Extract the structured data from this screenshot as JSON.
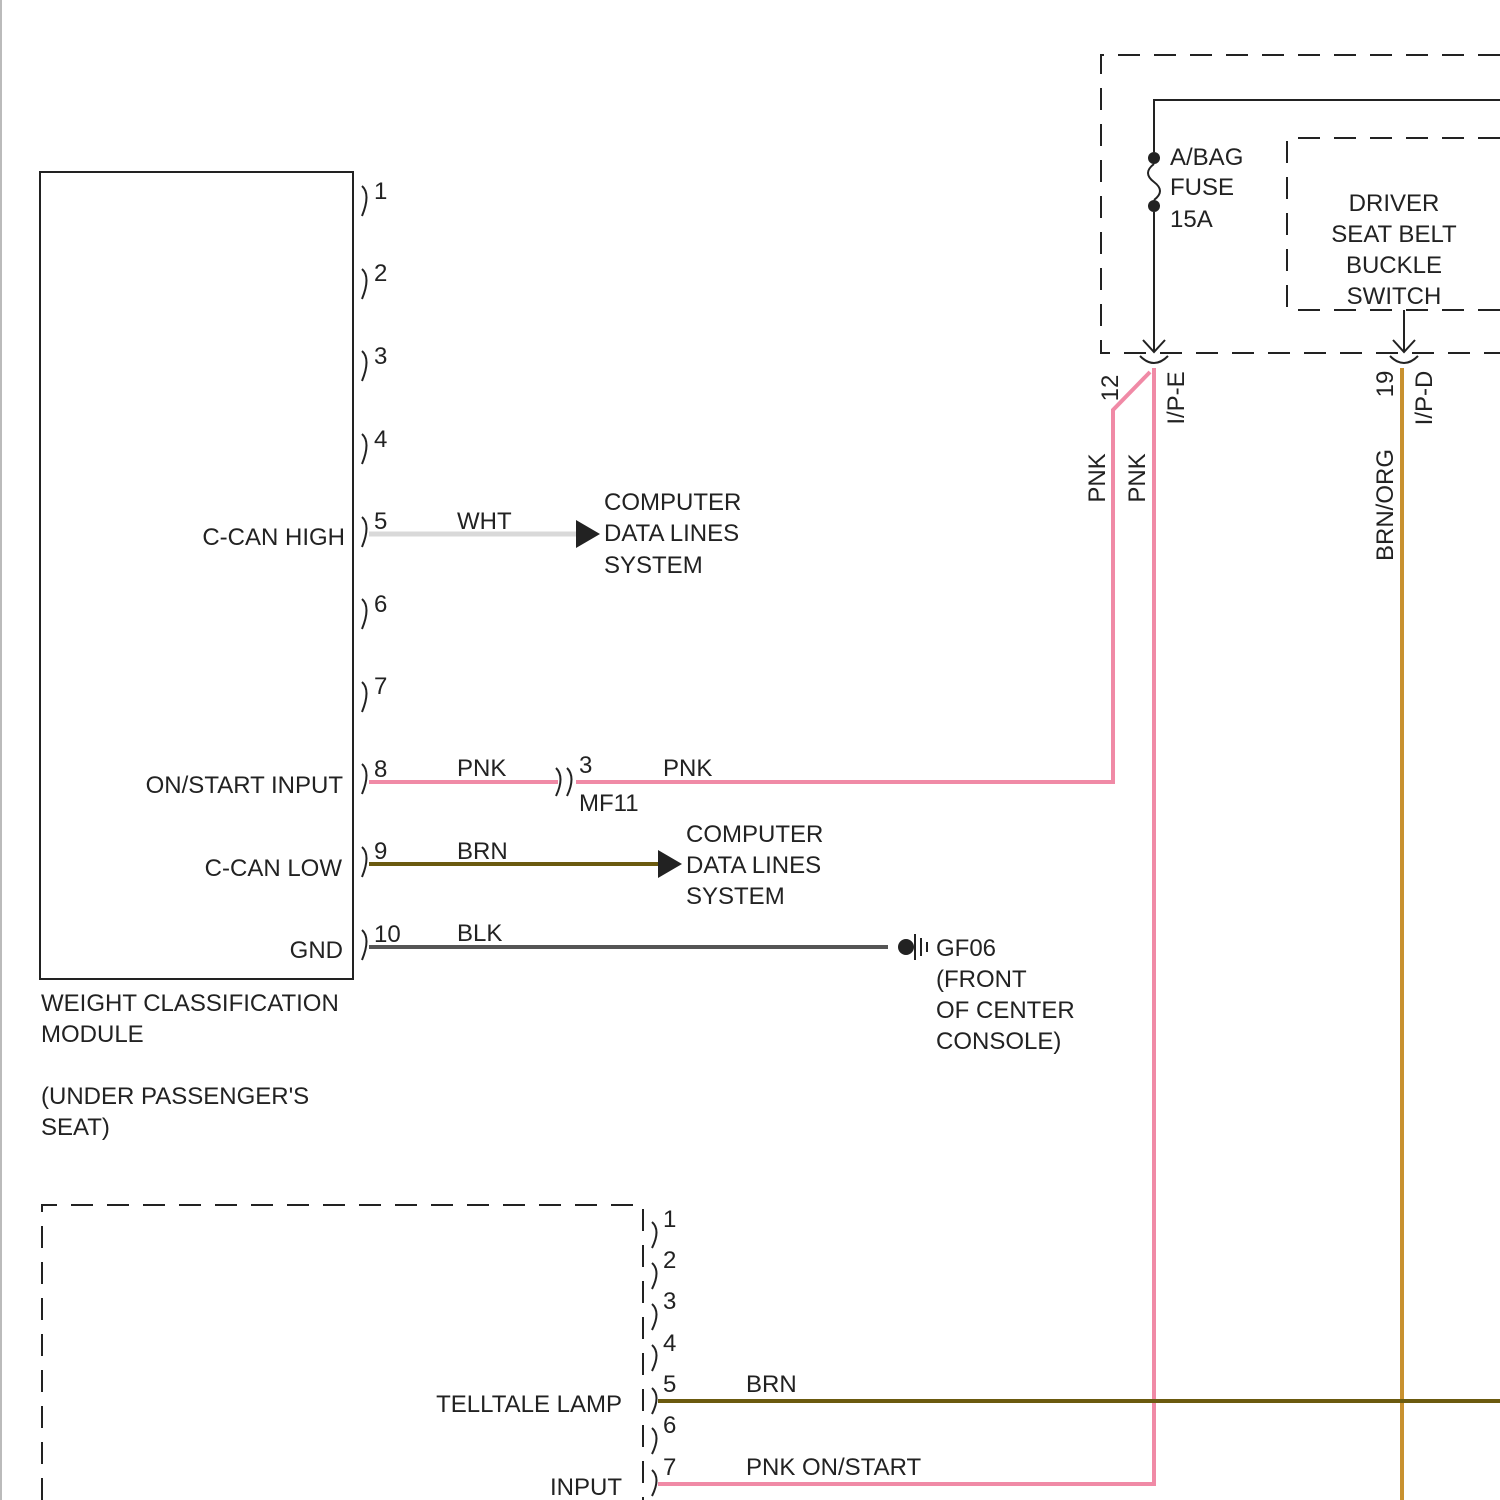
{
  "colors": {
    "pink": "#f08aa6",
    "white": "#d9d9d9",
    "brown": "#6b5a0f",
    "black": "#555555",
    "brown_orange": "#c8912f",
    "line": "#222222"
  },
  "wcm": {
    "title_line1": "WEIGHT CLASSIFICATION",
    "title_line2": "MODULE",
    "loc_line1": "(UNDER PASSENGER'S",
    "loc_line2": "SEAT)",
    "pins": [
      "1",
      "2",
      "3",
      "4",
      "5",
      "6",
      "7",
      "8",
      "9",
      "10"
    ],
    "labels": {
      "c_can_high": "C-CAN HIGH",
      "on_start_input": "ON/START INPUT",
      "c_can_low": "C-CAN LOW",
      "gnd": "GND"
    }
  },
  "wires": {
    "wht": "WHT",
    "pnk_a": "PNK",
    "pnk_b": "PNK",
    "brn": "BRN",
    "blk": "BLK",
    "pnk_v1": "PNK",
    "pnk_v2": "PNK",
    "brn_org": "BRN/ORG",
    "brn_lower": "BRN",
    "pnk_on_start": "PNK ON/START"
  },
  "connector_mf11": {
    "pin": "3",
    "name": "MF11"
  },
  "cdl_upper": {
    "line1": "COMPUTER",
    "line2": "DATA LINES",
    "line3": "SYSTEM"
  },
  "cdl_lower": {
    "line1": "COMPUTER",
    "line2": "DATA LINES",
    "line3": "SYSTEM"
  },
  "ground": {
    "name": "GF06",
    "line1": "(FRONT",
    "line2": "OF CENTER",
    "line3": "CONSOLE)"
  },
  "fuse": {
    "line1": "A/BAG",
    "line2": "FUSE",
    "line3": "15A"
  },
  "switch": {
    "line1": "DRIVER",
    "line2": "SEAT BELT",
    "line3": "BUCKLE",
    "line4": "SWITCH"
  },
  "ip_connectors": {
    "e_pin": "12",
    "e_name": "I/P-E",
    "d_pin": "19",
    "d_name": "I/P-D"
  },
  "lower_module": {
    "pins": [
      "1",
      "2",
      "3",
      "4",
      "5",
      "6",
      "7"
    ],
    "labels": {
      "telltale_lamp": "TELLTALE LAMP",
      "input": "INPUT"
    }
  }
}
